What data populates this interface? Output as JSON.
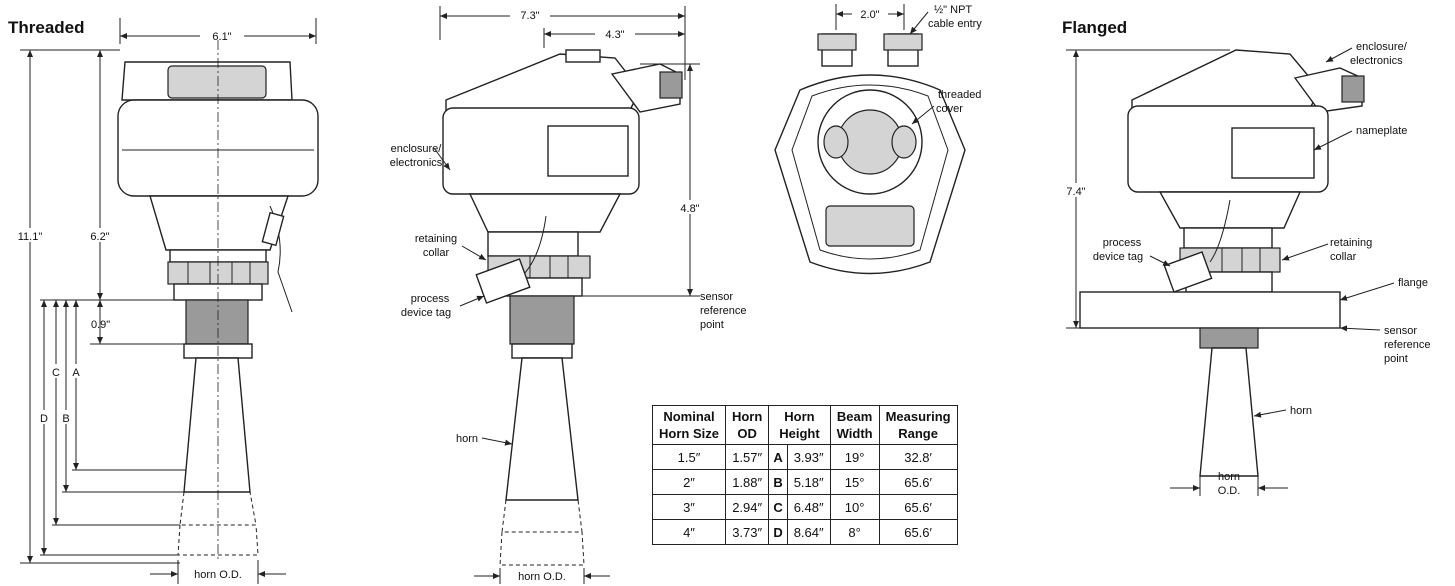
{
  "threaded": {
    "title": "Threaded",
    "width_dim": "6.1\"",
    "overall_height_dim": "11.1\"",
    "body_height_dim": "6.2\"",
    "thread_dim": "0.9\"",
    "letters": [
      "C",
      "A",
      "D",
      "B"
    ],
    "horn_od": "horn O.D."
  },
  "side": {
    "depth_dim": "7.3\"",
    "offset_dim": "4.3\"",
    "height_dim": "4.8\"",
    "enclosure": [
      "enclosure/",
      "electronics"
    ],
    "collar": [
      "retaining",
      "collar"
    ],
    "tag": [
      "process",
      "device tag"
    ],
    "sensor_ref": [
      "sensor",
      "reference",
      "point"
    ],
    "horn": "horn",
    "horn_od": "horn O.D."
  },
  "top": {
    "spacing_dim": "2.0\"",
    "npt": [
      "½\" NPT",
      "cable entry"
    ],
    "cover": [
      "threaded",
      "cover"
    ]
  },
  "flanged": {
    "title": "Flanged",
    "height_dim": "7.4\"",
    "enclosure": [
      "enclosure/",
      "electronics"
    ],
    "nameplate": "nameplate",
    "tag": [
      "process",
      "device tag"
    ],
    "collar": [
      "retaining",
      "collar"
    ],
    "flange": "flange",
    "sensor_ref": [
      "sensor",
      "reference",
      "point"
    ],
    "horn": "horn",
    "horn_od": [
      "horn",
      "O.D."
    ]
  },
  "table": {
    "headers": {
      "size": [
        "Nominal",
        "Horn Size"
      ],
      "od": [
        "Horn",
        "OD"
      ],
      "height": [
        "Horn",
        "Height"
      ],
      "beam": [
        "Beam",
        "Width"
      ],
      "range": [
        "Measuring",
        "Range"
      ]
    },
    "rows": [
      {
        "size": "1.5″",
        "od": "1.57″",
        "letter": "A",
        "height": "3.93″",
        "beam": "19°",
        "range": "32.8′"
      },
      {
        "size": "2″",
        "od": "1.88″",
        "letter": "B",
        "height": "5.18″",
        "beam": "15°",
        "range": "65.6′"
      },
      {
        "size": "3″",
        "od": "2.94″",
        "letter": "C",
        "height": "6.48″",
        "beam": "10°",
        "range": "65.6′"
      },
      {
        "size": "4″",
        "od": "3.73″",
        "letter": "D",
        "height": "8.64″",
        "beam": "8°",
        "range": "65.6′"
      }
    ]
  }
}
